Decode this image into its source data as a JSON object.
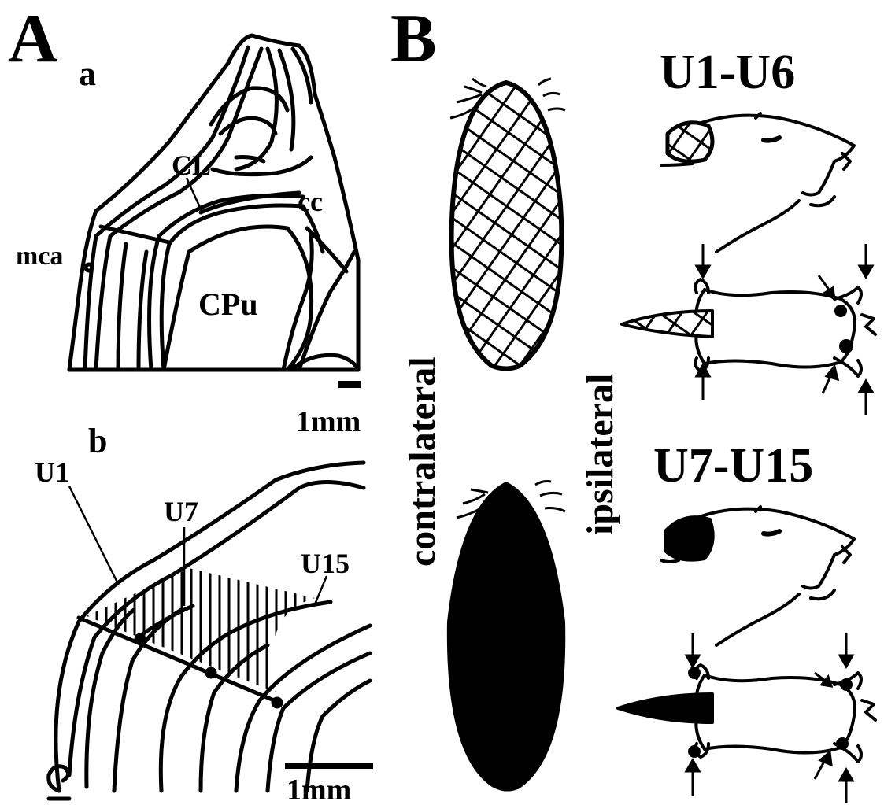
{
  "panel_a": {
    "letter": "A",
    "sub_a": {
      "letter": "a",
      "labels": {
        "cl": "CL",
        "cc": "cc",
        "mca": "mca",
        "cpu": "CPu"
      },
      "scale_bar": "1mm"
    },
    "sub_b": {
      "letter": "b",
      "labels": {
        "u1": "U1",
        "u7": "U7",
        "u15": "U15"
      },
      "scale_bar": "1mm"
    }
  },
  "panel_b": {
    "letter": "B",
    "side_labels": {
      "contralateral": "contralateral",
      "ipsilateral": "ipsilateral"
    },
    "groups": [
      {
        "title": "U1-U6",
        "pattern": "mesh"
      },
      {
        "title": "U7-U15",
        "pattern": "solid"
      }
    ]
  },
  "colors": {
    "ink": "#000000",
    "background": "#ffffff"
  }
}
